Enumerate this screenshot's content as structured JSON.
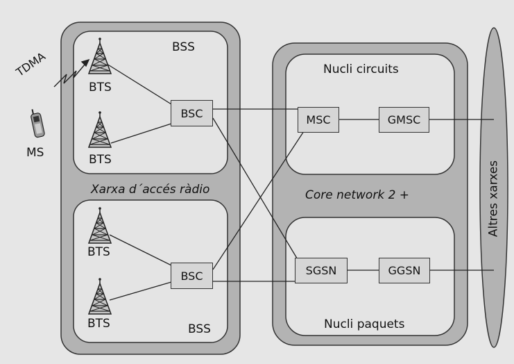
{
  "colors": {
    "background": "#e6e6e6",
    "panel_outer": "#b3b3b3",
    "panel_inner": "#e4e4e4",
    "box_fill": "#d6d6d6",
    "line": "#222222"
  },
  "access_network": {
    "label": "Xarxa d´accés ràdio",
    "bss_top": {
      "label": "BSS",
      "bts1": "BTS",
      "bts2": "BTS",
      "bsc": "BSC"
    },
    "bss_bottom": {
      "label": "BSS",
      "bts1": "BTS",
      "bts2": "BTS",
      "bsc": "BSC"
    }
  },
  "mobile": {
    "label": "MS",
    "link_label": "TDMA",
    "icon": "mobile-phone-icon"
  },
  "core_network": {
    "label": "Core network 2 +",
    "circuit_core": {
      "label": "Nucli circuits",
      "msc": "MSC",
      "gmsc": "GMSC"
    },
    "packet_core": {
      "label": "Nucli paquets",
      "sgsn": "SGSN",
      "ggsn": "GGSN"
    }
  },
  "external_networks": {
    "label": "Altres xarxes"
  }
}
